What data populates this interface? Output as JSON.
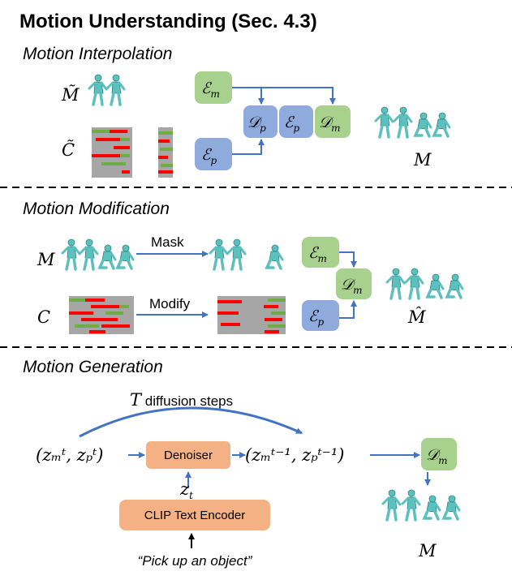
{
  "title": "Motion Understanding (Sec. 4.3)",
  "sections": {
    "interpolation": {
      "title": "Motion Interpolation",
      "input_motion": "M̃",
      "input_contact": "C̃",
      "enc_motion": "ℰ",
      "enc_motion_sub": "m",
      "enc_pose": "ℰ",
      "enc_pose_sub": "p",
      "dec_pose": "𝒟",
      "dec_pose_sub": "p",
      "enc_mid": "ℰ",
      "enc_mid_sub": "p",
      "dec_motion": "𝒟",
      "dec_motion_sub": "m",
      "output": "M"
    },
    "modification": {
      "title": "Motion Modification",
      "input_motion": "M",
      "input_contact": "C",
      "mask_label": "Mask",
      "modify_label": "Modify",
      "enc_motion": "ℰ",
      "enc_motion_sub": "m",
      "enc_pose": "ℰ",
      "enc_pose_sub": "p",
      "dec_motion": "𝒟",
      "dec_motion_sub": "m",
      "output": "M̂"
    },
    "generation": {
      "title": "Motion Generation",
      "diffusion_var": "T",
      "diffusion_label": " diffusion steps",
      "latent_in": "(zₘᵗ, zₚᵗ)",
      "denoiser_label": "Denoiser",
      "latent_out": "(zₘᵗ⁻¹, zₚᵗ⁻¹)",
      "text_latent": "z",
      "text_latent_sub": "t",
      "clip_label": "CLIP Text Encoder",
      "prompt": "“Pick up an object”",
      "dec_motion": "𝒟",
      "dec_motion_sub": "m",
      "output": "M"
    }
  },
  "colors": {
    "green_box": "#a9d18e",
    "blue_box": "#8faadc",
    "orange_box": "#f4b183",
    "arrow": "#4472c4",
    "contact_red": "#ff0000",
    "contact_green": "#70ad47",
    "contact_gray": "#a6a6a6",
    "figure": "#5bc0be"
  }
}
